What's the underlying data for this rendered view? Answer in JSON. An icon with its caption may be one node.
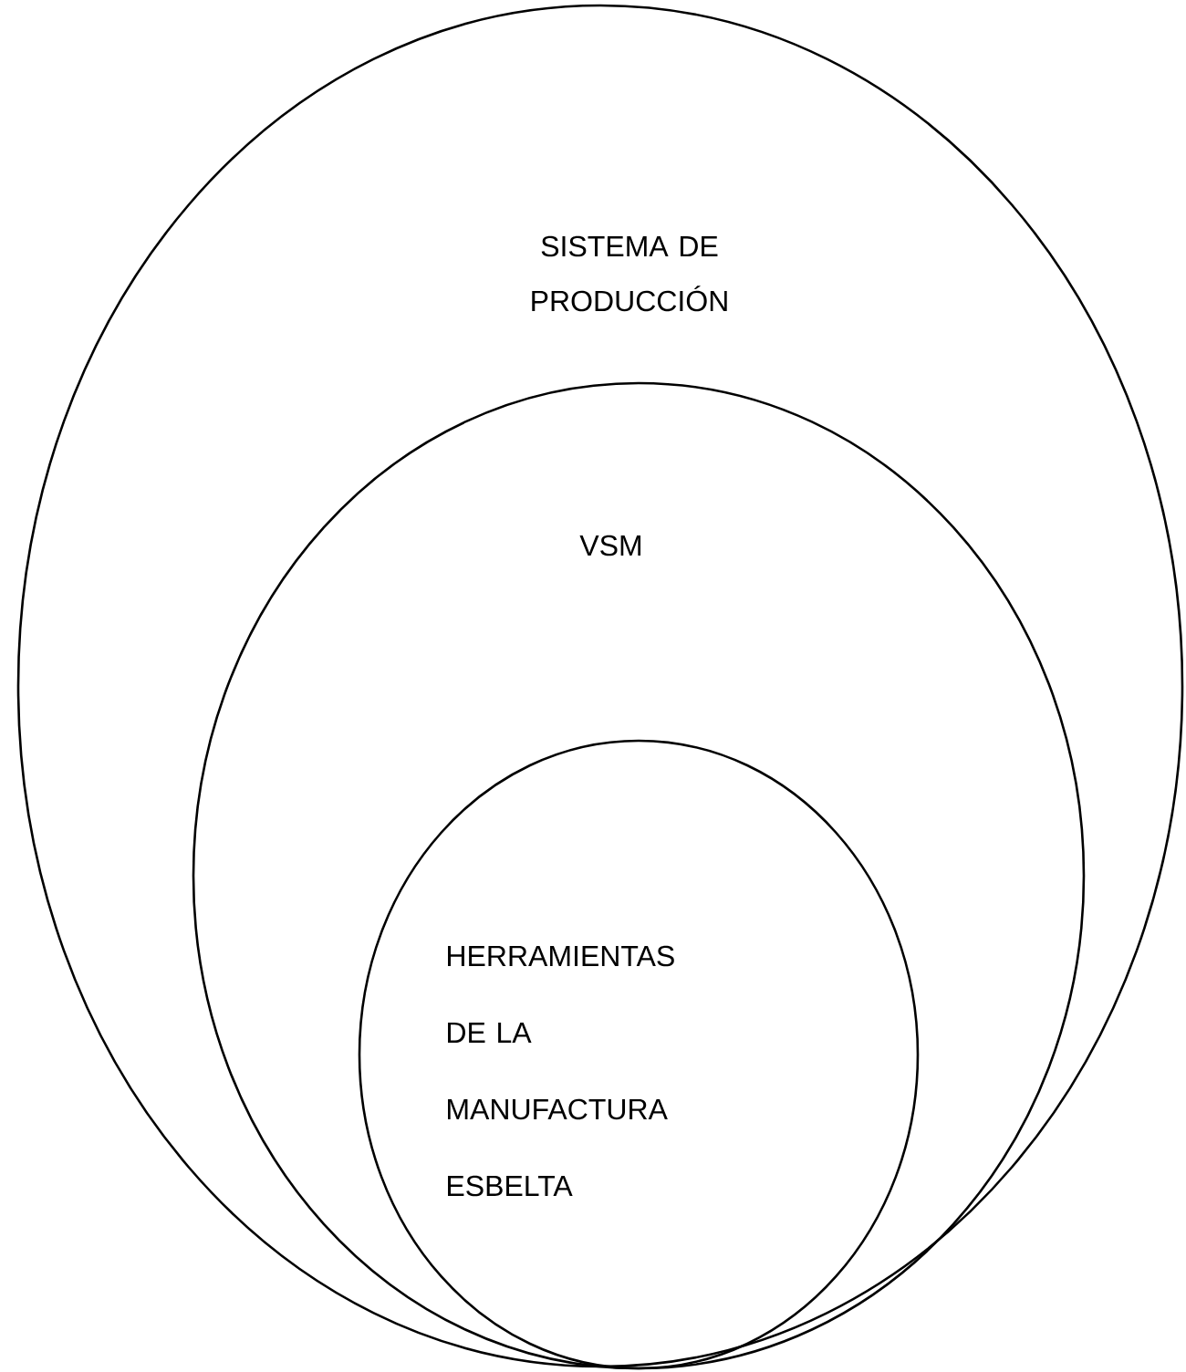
{
  "diagram": {
    "nodes": [
      {
        "text": [
          "SISTEMA DE PRODUCCIÓN"
        ]
      },
      {
        "text": [
          "VSM"
        ],
        "in": 0
      },
      {
        "text": [
          "HERRAMIENTAS DE LA MANUFACTURA ESBELTA"
        ],
        "in": 1
      }
    ]
  }
}
